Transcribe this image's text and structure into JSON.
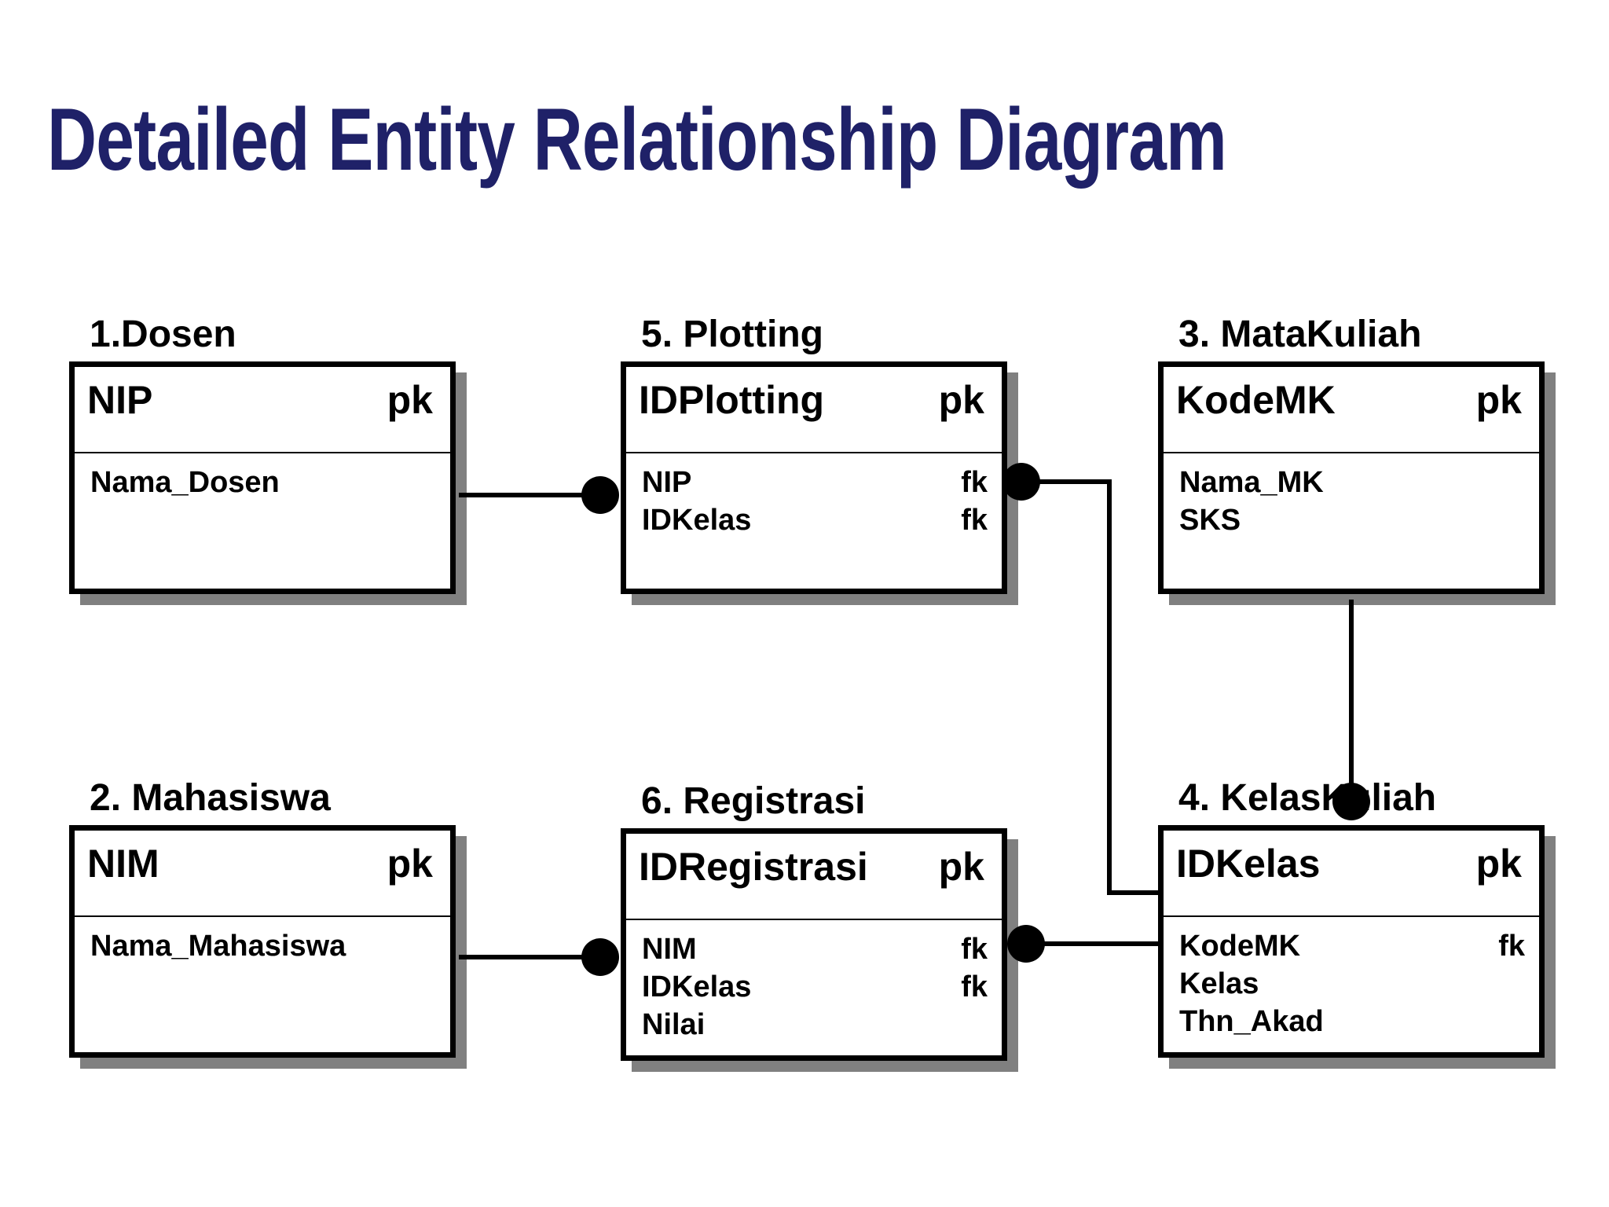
{
  "title": "Detailed Entity Relationship Diagram",
  "colors": {
    "title": "#1f2168",
    "line": "#000000",
    "shadow": "#808080"
  },
  "entities": {
    "dosen": {
      "name": "1.Dosen",
      "pk": "NIP",
      "pk_label": "pk",
      "attributes": [
        {
          "name": "Nama_Dosen",
          "key": ""
        }
      ]
    },
    "mahasiswa": {
      "name": "2. Mahasiswa",
      "pk": "NIM",
      "pk_label": "pk",
      "attributes": [
        {
          "name": "Nama_Mahasiswa",
          "key": ""
        }
      ]
    },
    "matakuliah": {
      "name": "3. MataKuliah",
      "pk": "KodeMK",
      "pk_label": "pk",
      "attributes": [
        {
          "name": "Nama_MK",
          "key": ""
        },
        {
          "name": "SKS",
          "key": ""
        }
      ]
    },
    "kelaskuliah": {
      "name": "4. KelasKuliah",
      "pk": "IDKelas",
      "pk_label": "pk",
      "attributes": [
        {
          "name": "KodeMK",
          "key": "fk"
        },
        {
          "name": "Kelas",
          "key": ""
        },
        {
          "name": "Thn_Akad",
          "key": ""
        }
      ]
    },
    "plotting": {
      "name": "5. Plotting",
      "pk": "IDPlotting",
      "pk_label": "pk",
      "attributes": [
        {
          "name": "NIP",
          "key": "fk"
        },
        {
          "name": "IDKelas",
          "key": "fk"
        }
      ]
    },
    "registrasi": {
      "name": "6. Registrasi",
      "pk": "IDRegistrasi",
      "pk_label": "pk",
      "attributes": [
        {
          "name": "NIM",
          "key": "fk"
        },
        {
          "name": "IDKelas",
          "key": "fk"
        },
        {
          "name": "Nilai",
          "key": ""
        }
      ]
    }
  },
  "relationships": [
    {
      "from": "Dosen",
      "to": "Plotting"
    },
    {
      "from": "Mahasiswa",
      "to": "Registrasi"
    },
    {
      "from": "MataKuliah",
      "to": "KelasKuliah"
    },
    {
      "from": "KelasKuliah",
      "to": "Plotting"
    },
    {
      "from": "KelasKuliah",
      "to": "Registrasi"
    }
  ]
}
